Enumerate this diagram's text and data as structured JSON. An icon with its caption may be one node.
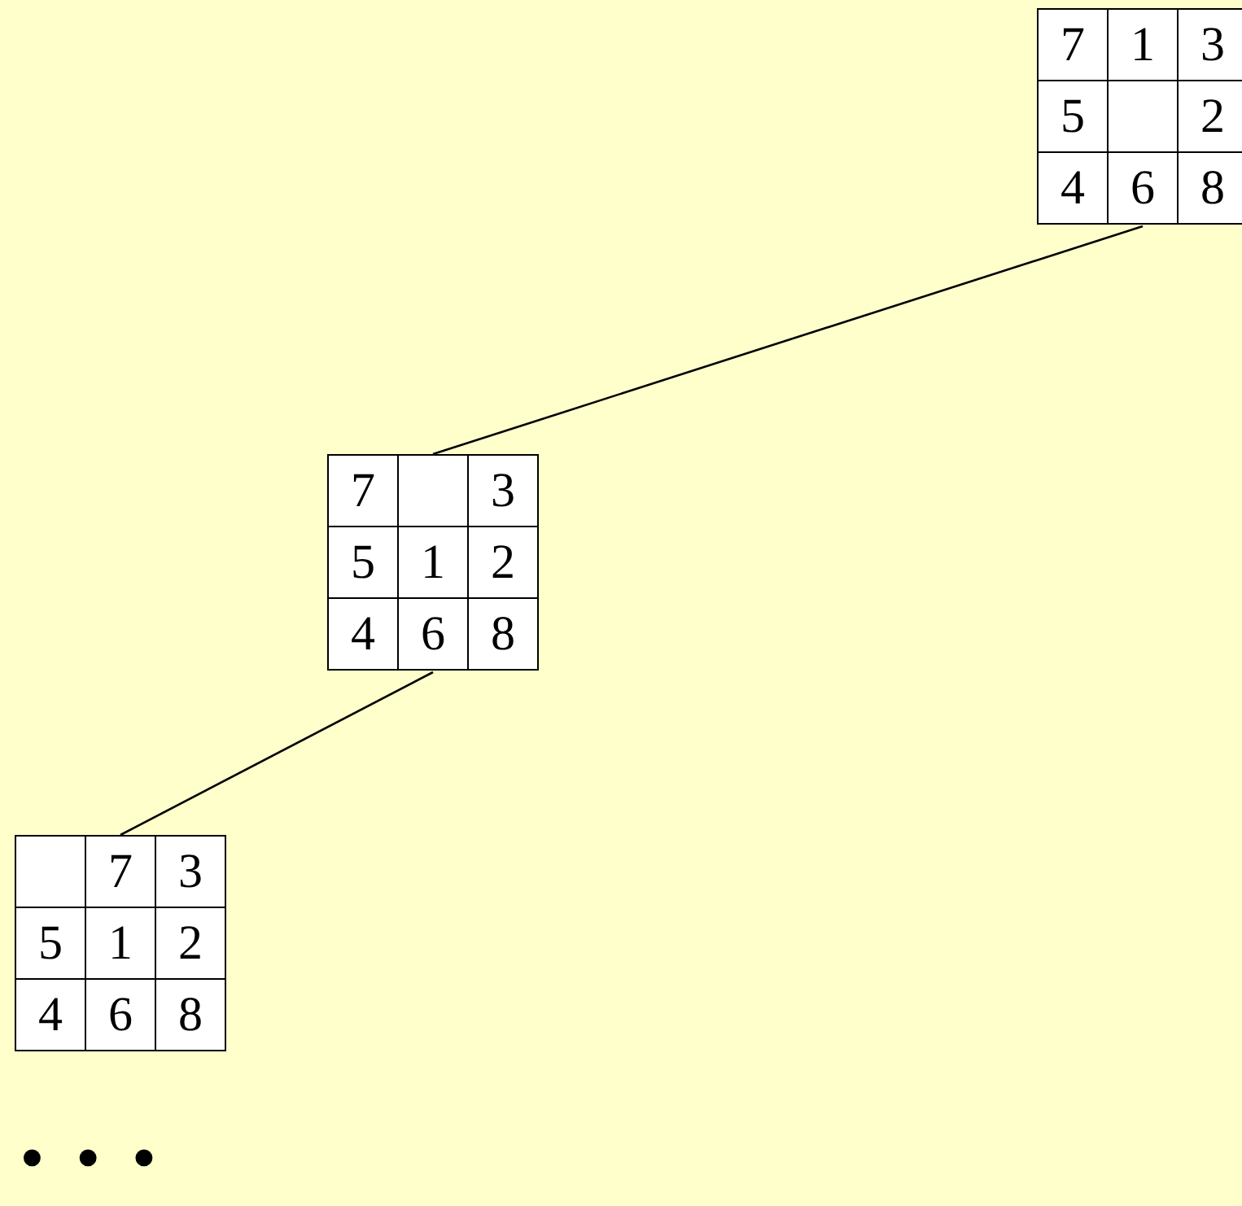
{
  "diagram": {
    "nodes": [
      {
        "text": [],
        "shape": "box"
      },
      {
        "text": [
          "7"
        ],
        "in": 0
      },
      {
        "text": [
          "1"
        ],
        "in": 0
      },
      {
        "text": [
          "3"
        ],
        "in": 0
      },
      {
        "text": [
          "5"
        ],
        "in": 0
      },
      {
        "text": [],
        "shape": "box",
        "in": 0
      },
      {
        "text": [
          "2"
        ],
        "in": 0
      },
      {
        "text": [
          "4"
        ],
        "in": 0
      },
      {
        "text": [
          "6"
        ],
        "in": 0
      },
      {
        "text": [
          "8"
        ],
        "in": 0
      },
      {
        "text": [],
        "shape": "box"
      },
      {
        "text": [
          "7"
        ],
        "in": 10
      },
      {
        "text": [],
        "shape": "box",
        "in": 10
      },
      {
        "text": [
          "3"
        ],
        "in": 10
      },
      {
        "text": [
          "5"
        ],
        "in": 10
      },
      {
        "text": [
          "1"
        ],
        "in": 10
      },
      {
        "text": [
          "2"
        ],
        "in": 10
      },
      {
        "text": [
          "4"
        ],
        "in": 10
      },
      {
        "text": [
          "6"
        ],
        "in": 10
      },
      {
        "text": [
          "8"
        ],
        "in": 10
      },
      {
        "text": [],
        "shape": "box"
      },
      {
        "text": [],
        "shape": "box",
        "in": 20
      },
      {
        "text": [
          "7"
        ],
        "in": 20
      },
      {
        "text": [
          "3"
        ],
        "in": 20
      },
      {
        "text": [
          "5"
        ],
        "in": 20
      },
      {
        "text": [
          "1"
        ],
        "in": 20
      },
      {
        "text": [
          "2"
        ],
        "in": 20
      },
      {
        "text": [
          "4"
        ],
        "in": 20
      },
      {
        "text": [
          "6"
        ],
        "in": 20
      },
      {
        "text": [
          "8"
        ],
        "in": 20
      }
    ],
    "edges": [
      {
        "from": 0,
        "to": 10,
        "arrow": "none"
      },
      {
        "from": 10,
        "to": 20,
        "arrow": "none"
      }
    ],
    "labels": [
      "• • •"
    ]
  }
}
